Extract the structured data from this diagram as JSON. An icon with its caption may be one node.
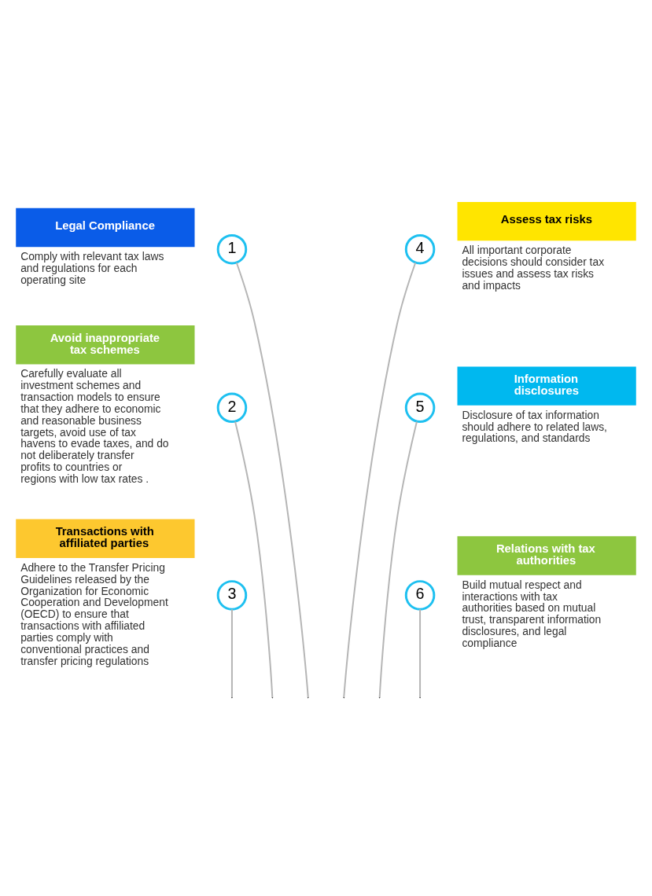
{
  "diagram": {
    "nodes": [
      {
        "text": [
          "Legal Compliance"
        ],
        "beside": [
          "Comply with relevant tax laws and regulations for each operating site"
        ]
      },
      {
        "text": [
          "1"
        ]
      },
      {
        "text": [
          "4"
        ]
      },
      {
        "text": [
          "Assess tax risks"
        ],
        "beside": [
          "All important corporate decisions should consider tax issues and assess tax risks and impacts"
        ]
      },
      {
        "text": [
          "Avoid inappropriate tax schemes"
        ],
        "beside": [
          "Carefully evaluate all investment schemes and transaction models to ensure that they adhere to economic and reasonable business targets, avoid use of tax havens to evade taxes, and do not deliberately transfer profits to countries or regions with low tax rates ."
        ]
      },
      {
        "text": [
          "2"
        ]
      },
      {
        "text": [
          "5"
        ]
      },
      {
        "text": [
          "Information disclosures"
        ],
        "beside": [
          "Disclosure of tax information should adhere to related laws, regulations, and standards"
        ]
      },
      {
        "text": [
          "Transactions with affiliated parties"
        ],
        "beside": [
          "Adhere to the Transfer Pricing Guidelines released by the Organization for Economic Cooperation and Development (OECD) to ensure that transactions with affiliated parties comply with conventional practices and transfer pricing regulations"
        ]
      },
      {
        "text": [
          "3"
        ]
      },
      {
        "text": [
          "6"
        ]
      },
      {
        "text": [
          "Relations with tax authorities"
        ],
        "beside": [
          "Build mutual respect and interactions with tax authorities based on mutual trust, transparent information disclosures, and legal compliance"
        ]
      }
    ],
    "edges": [
      {
        "from": 1,
        "to": null,
        "arrow": "none"
      },
      {
        "from": 5,
        "to": null,
        "arrow": "none"
      },
      {
        "from": 9,
        "to": null,
        "arrow": "none"
      },
      {
        "from": 2,
        "to": null,
        "arrow": "none"
      },
      {
        "from": 6,
        "to": null,
        "arrow": "none"
      },
      {
        "from": 10,
        "to": null,
        "arrow": "none"
      }
    ]
  }
}
